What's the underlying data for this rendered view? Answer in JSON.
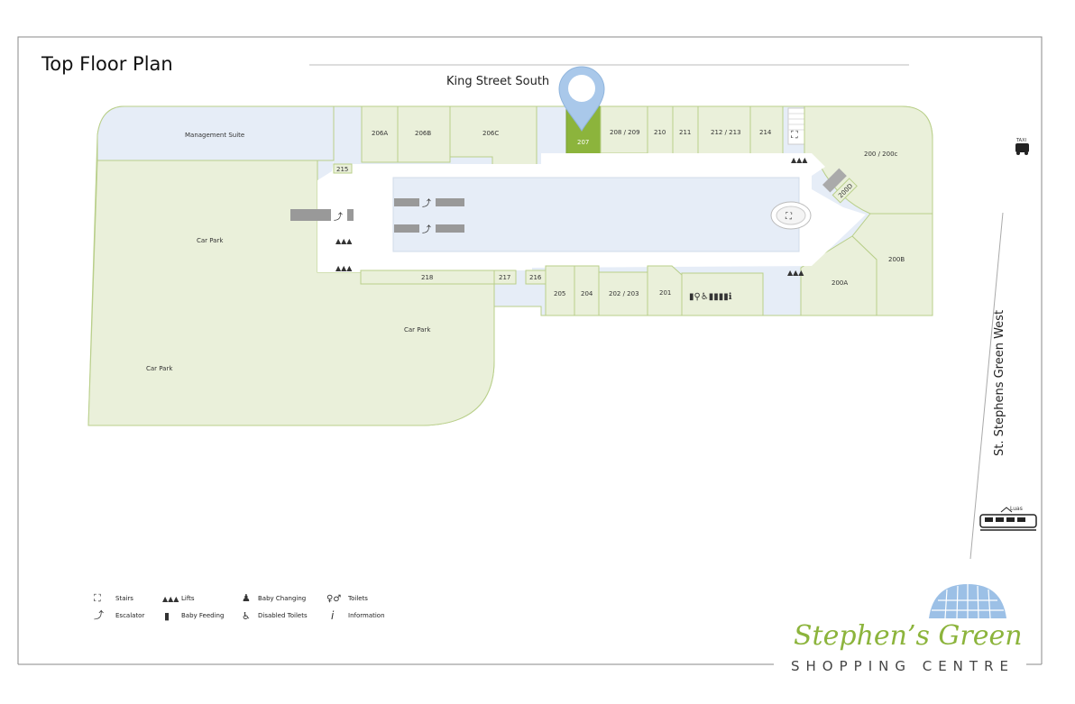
{
  "title": "Top Floor Plan",
  "streets": {
    "north": "King Street South",
    "east": "St. Stephens Green West"
  },
  "areas": {
    "management": "Management Suite",
    "car_park": "Car Park"
  },
  "units": {
    "u206a": "206A",
    "u206b": "206B",
    "u206c": "206C",
    "u207": "207",
    "u208": "208 / 209",
    "u210": "210",
    "u211": "211",
    "u212": "212 / 213",
    "u214": "214",
    "u200c": "200 / 200c",
    "u200d": "200D",
    "u200b": "200B",
    "u200a": "200A",
    "u215": "215",
    "u218": "218",
    "u217": "217",
    "u216": "216",
    "u205": "205",
    "u204": "204",
    "u202": "202 / 203",
    "u201": "201"
  },
  "transport": {
    "taxi": "TAXI",
    "luas": "Luas"
  },
  "legend": {
    "stairs": "Stairs",
    "escalator": "Escalator",
    "lifts": "Lifts",
    "baby_feeding": "Baby Feeding",
    "baby_changing": "Baby Changing",
    "disabled_toilets": "Disabled Toilets",
    "toilets": "Toilets",
    "information": "Information"
  },
  "brand": {
    "name": "Stephen’s Green",
    "sub": "SHOPPING CENTRE"
  },
  "colors": {
    "shop_fill": "#eaf0da",
    "shop_stroke": "#b9cf8a",
    "corridor_fill": "#e6edf7",
    "selected_unit": "#8cb43c",
    "pin": "#a9c8ea",
    "escalator_grey": "#999999",
    "brand_green": "#8cb43c",
    "dome_blue": "#9cc0e6"
  }
}
